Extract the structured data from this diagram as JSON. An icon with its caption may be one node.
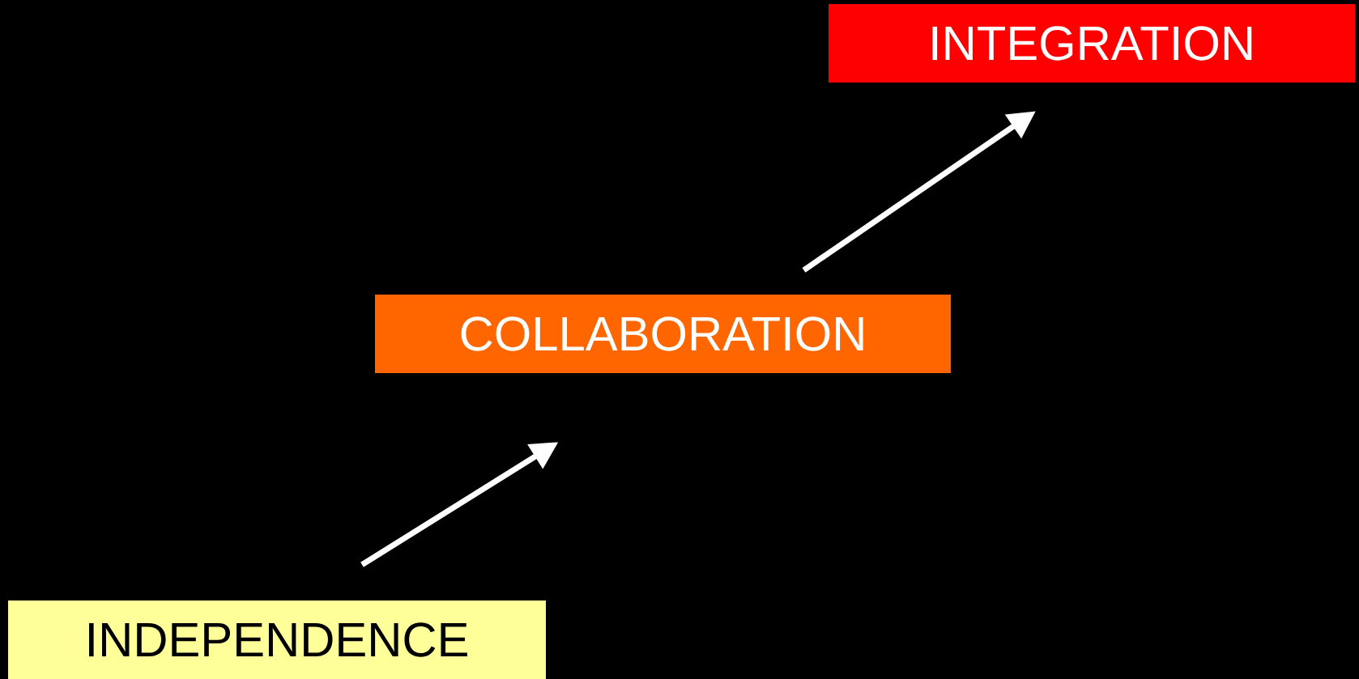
{
  "diagram": {
    "nodes": [
      {
        "text": [
          "INTEGRATION"
        ]
      },
      {
        "text": [
          "COLLABORATION"
        ]
      },
      {
        "text": [
          "INDEPENDENCE"
        ]
      }
    ],
    "edges": [
      {
        "from": 2,
        "to": 1,
        "arrow": "to"
      },
      {
        "from": 1,
        "to": 0,
        "arrow": "to"
      }
    ]
  }
}
